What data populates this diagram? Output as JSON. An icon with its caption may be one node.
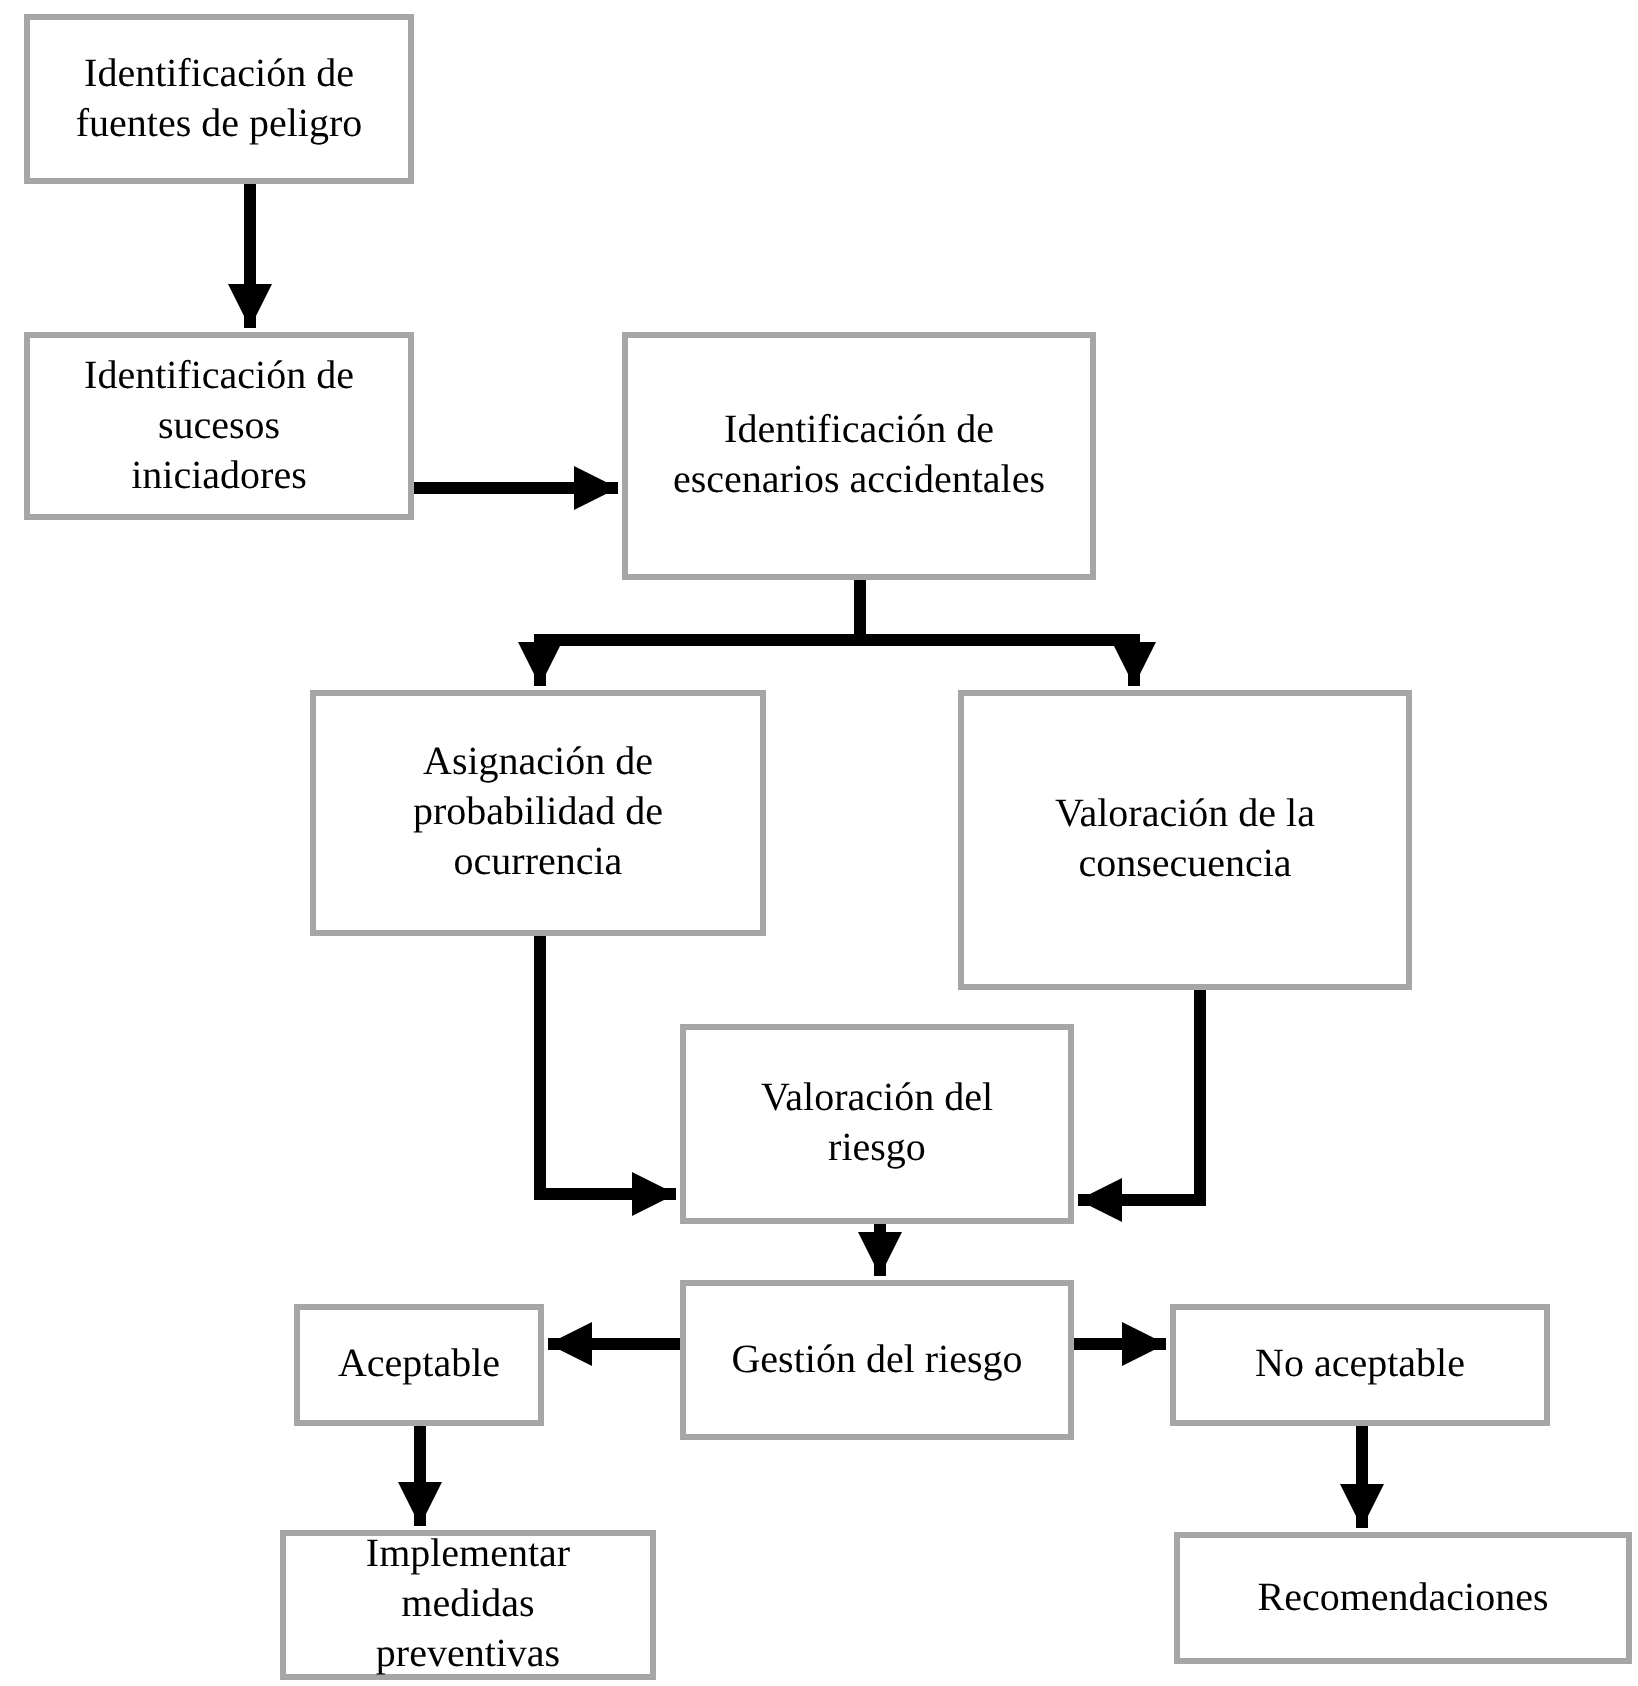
{
  "diagram": {
    "nodes": [
      {
        "text": [
          "Identificación de fuentes de peligro"
        ]
      },
      {
        "text": [
          "Identificación de sucesos iniciadores"
        ]
      },
      {
        "text": [
          "Identificación de escenarios accidentales"
        ]
      },
      {
        "text": [
          "Asignación de probabilidad de ocurrencia"
        ]
      },
      {
        "text": [
          "Valoración de la consecuencia"
        ]
      },
      {
        "text": [
          "Valoración del riesgo"
        ]
      },
      {
        "text": [
          "Gestión del riesgo"
        ]
      },
      {
        "text": [
          "Aceptable"
        ]
      },
      {
        "text": [
          "No aceptable"
        ]
      },
      {
        "text": [
          "Implementar medidas preventivas"
        ]
      },
      {
        "text": [
          "Recomendaciones"
        ]
      }
    ],
    "edges": [
      {
        "from": 0,
        "to": 1,
        "arrow": "to"
      },
      {
        "from": 1,
        "to": 2,
        "arrow": "to"
      },
      {
        "from": 2,
        "to": 3,
        "arrow": "to"
      },
      {
        "from": 2,
        "to": 4,
        "arrow": "to"
      },
      {
        "from": 3,
        "to": 5,
        "arrow": "to"
      },
      {
        "from": 4,
        "to": 5,
        "arrow": "to"
      },
      {
        "from": 5,
        "to": 6,
        "arrow": "to"
      },
      {
        "from": 6,
        "to": 7,
        "arrow": "to"
      },
      {
        "from": 6,
        "to": 8,
        "arrow": "to"
      },
      {
        "from": 7,
        "to": 9,
        "arrow": "to"
      },
      {
        "from": 8,
        "to": 10,
        "arrow": "to"
      }
    ]
  }
}
